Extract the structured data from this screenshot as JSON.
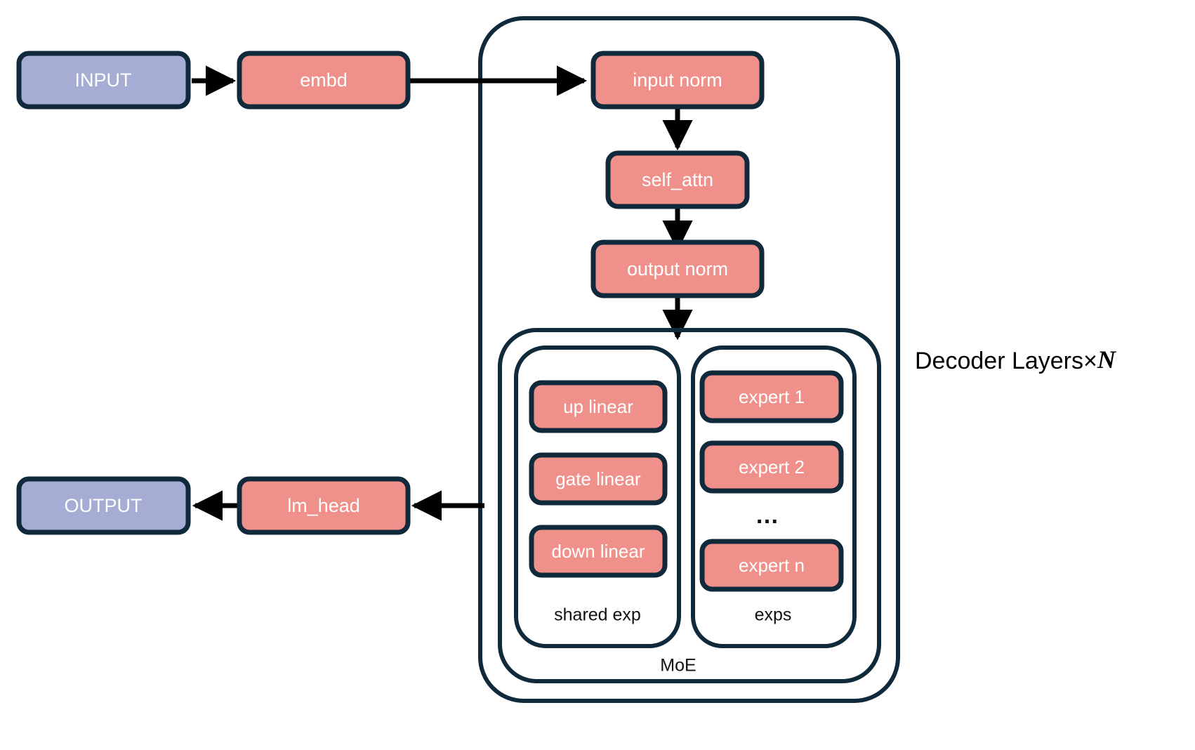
{
  "diagram": {
    "title_label": "Decoder Layers×",
    "title_multiplier": "N",
    "colors": {
      "io_fill": "#a5add4",
      "module_fill": "#ef918a",
      "border": "#10293b",
      "arrow": "#000000",
      "background": "#ffffff"
    },
    "io_nodes": [
      {
        "id": "input",
        "label": "INPUT"
      },
      {
        "id": "output",
        "label": "OUTPUT"
      }
    ],
    "module_nodes": [
      {
        "id": "embd",
        "label": "embd"
      },
      {
        "id": "lm_head",
        "label": "lm_head"
      },
      {
        "id": "input_norm",
        "label": "input norm"
      },
      {
        "id": "self_attn",
        "label": "self_attn"
      },
      {
        "id": "output_norm",
        "label": "output norm"
      }
    ],
    "decoder": {
      "label": "Decoder Layers×N"
    },
    "moe": {
      "label": "MoE",
      "shared_expert": {
        "label": "shared exp",
        "layers": [
          {
            "id": "up_linear",
            "label": "up linear"
          },
          {
            "id": "gate_linear",
            "label": "gate linear"
          },
          {
            "id": "down_linear",
            "label": "down linear"
          }
        ]
      },
      "experts": {
        "label": "exps",
        "ellipsis": "…",
        "items": [
          {
            "id": "expert_1",
            "label": "expert 1"
          },
          {
            "id": "expert_2",
            "label": "expert 2"
          },
          {
            "id": "expert_n",
            "label": "expert n"
          }
        ]
      }
    },
    "edges": [
      {
        "id": "input-to-embd",
        "from": "INPUT",
        "to": "embd"
      },
      {
        "id": "embd-to-input-norm",
        "from": "embd",
        "to": "input norm"
      },
      {
        "id": "input-norm-to-self-attn",
        "from": "input norm",
        "to": "self_attn"
      },
      {
        "id": "self-attn-to-output-norm",
        "from": "self_attn",
        "to": "output norm"
      },
      {
        "id": "output-norm-to-moe",
        "from": "output norm",
        "to": "MoE"
      },
      {
        "id": "decoder-to-lm-head",
        "from": "Decoder Layers",
        "to": "lm_head"
      },
      {
        "id": "lm-head-to-output",
        "from": "lm_head",
        "to": "OUTPUT"
      }
    ]
  }
}
